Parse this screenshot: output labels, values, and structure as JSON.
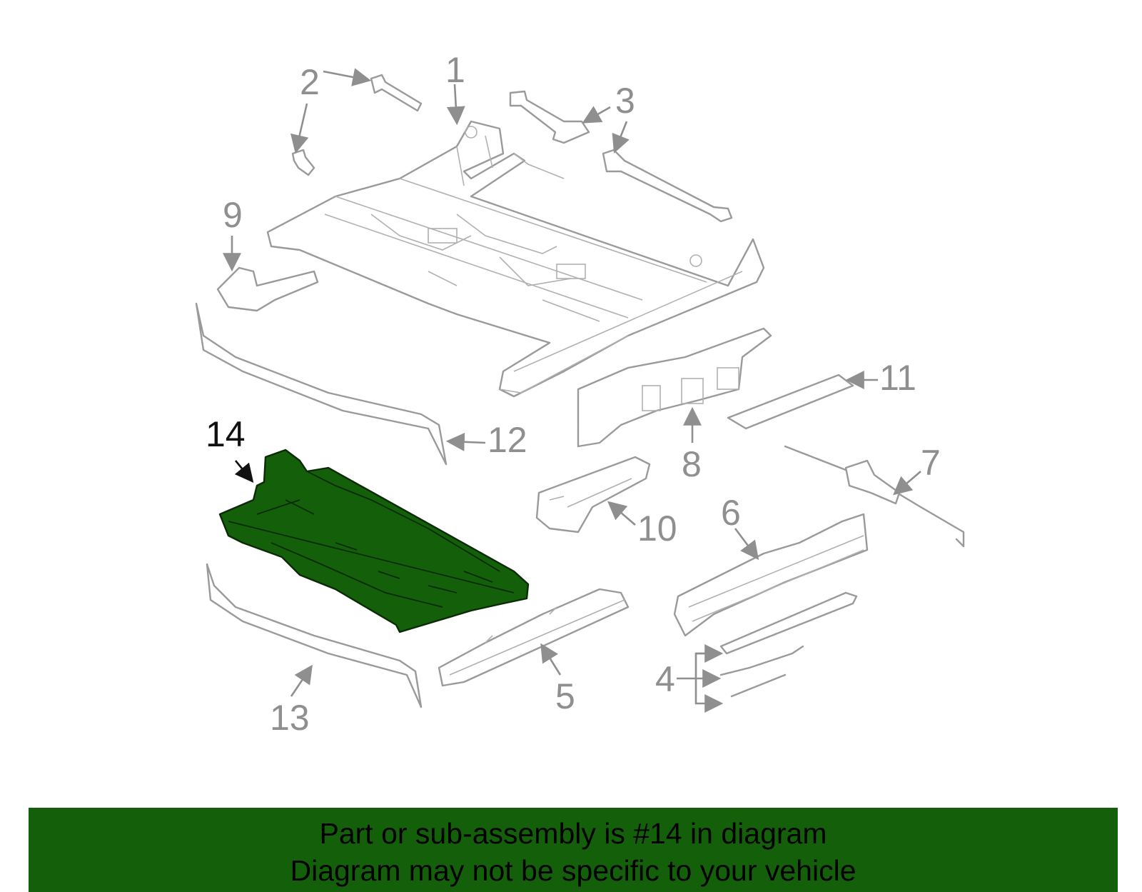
{
  "callouts": [
    "1",
    "2",
    "3",
    "4",
    "5",
    "6",
    "7",
    "8",
    "9",
    "10",
    "11",
    "12",
    "13",
    "14"
  ],
  "highlighted_part": "14",
  "colors": {
    "highlight": "#14600a",
    "banner": "#14600a",
    "line": "#9a9a9a"
  },
  "banner": {
    "line1": "Part or sub-assembly is #14 in diagram",
    "line2": "Diagram may not be specific to your vehicle"
  }
}
